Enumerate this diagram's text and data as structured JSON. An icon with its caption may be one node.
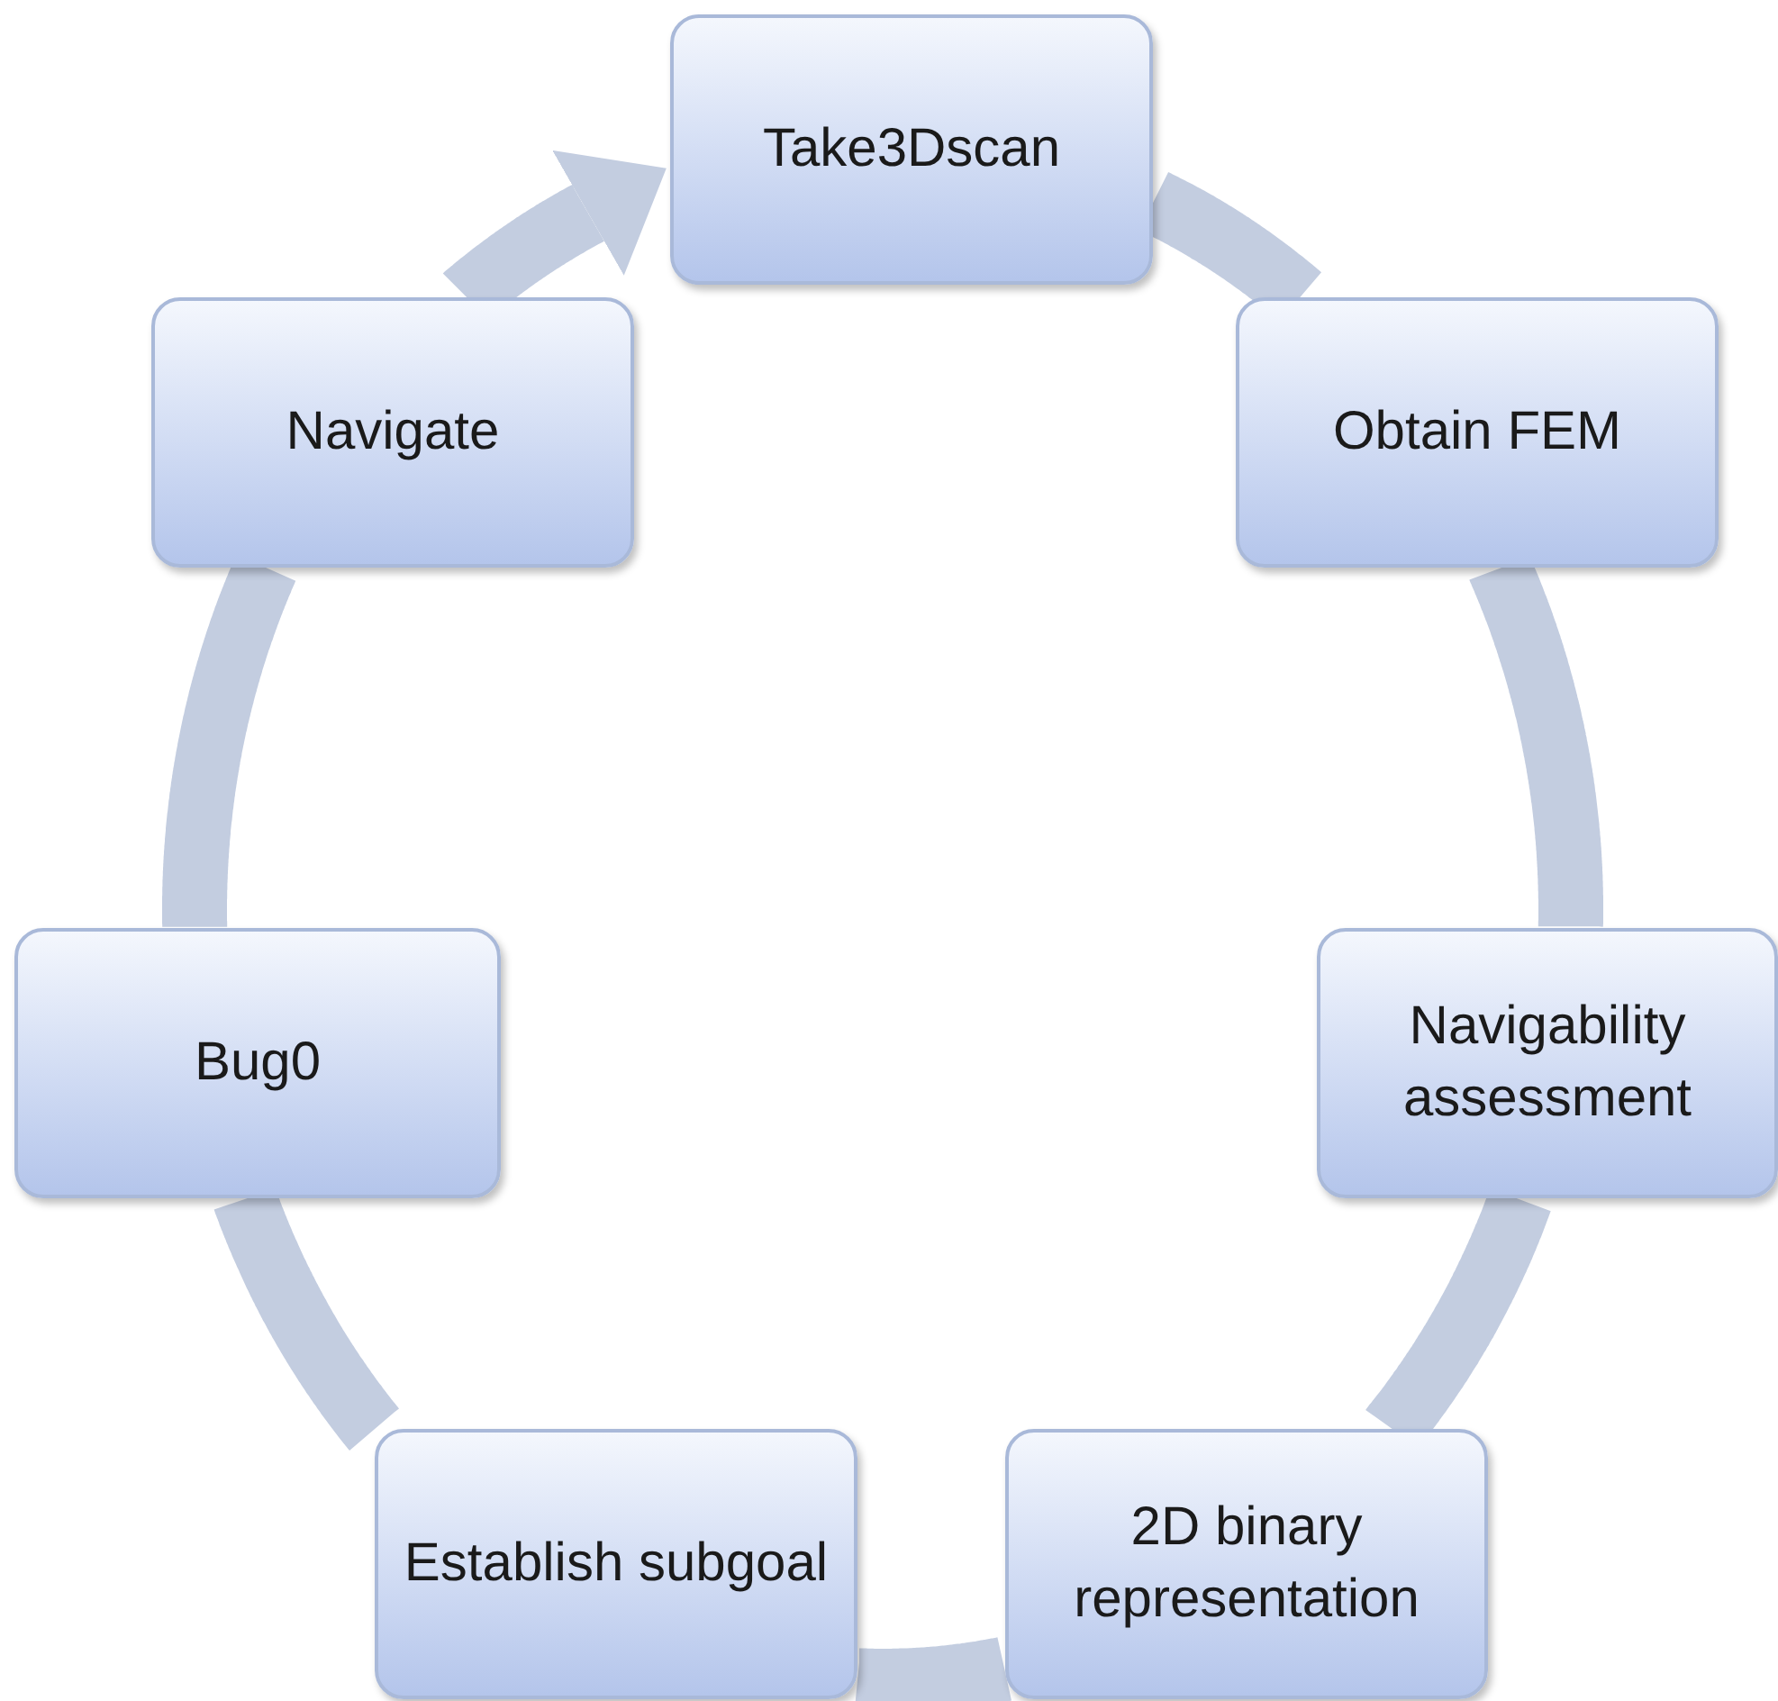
{
  "diagram": {
    "nodes": [
      {
        "text": [
          "Take3Dscan"
        ]
      },
      {
        "text": [
          "Obtain FEM"
        ]
      },
      {
        "text": [
          "Navigability assessment"
        ]
      },
      {
        "text": [
          "2D binary representation"
        ]
      },
      {
        "text": [
          "Establish subgoal"
        ]
      },
      {
        "text": [
          "Bug0"
        ]
      },
      {
        "text": [
          "Navigate"
        ]
      }
    ],
    "edges": [
      {
        "from": 0,
        "to": 1,
        "arrow": "none"
      },
      {
        "from": 1,
        "to": 2,
        "arrow": "none"
      },
      {
        "from": 2,
        "to": 3,
        "arrow": "none"
      },
      {
        "from": 3,
        "to": 4,
        "arrow": "none"
      },
      {
        "from": 4,
        "to": 5,
        "arrow": "none"
      },
      {
        "from": 5,
        "to": 6,
        "arrow": "none"
      },
      {
        "from": 6,
        "to": 0,
        "arrow": "to"
      }
    ]
  }
}
